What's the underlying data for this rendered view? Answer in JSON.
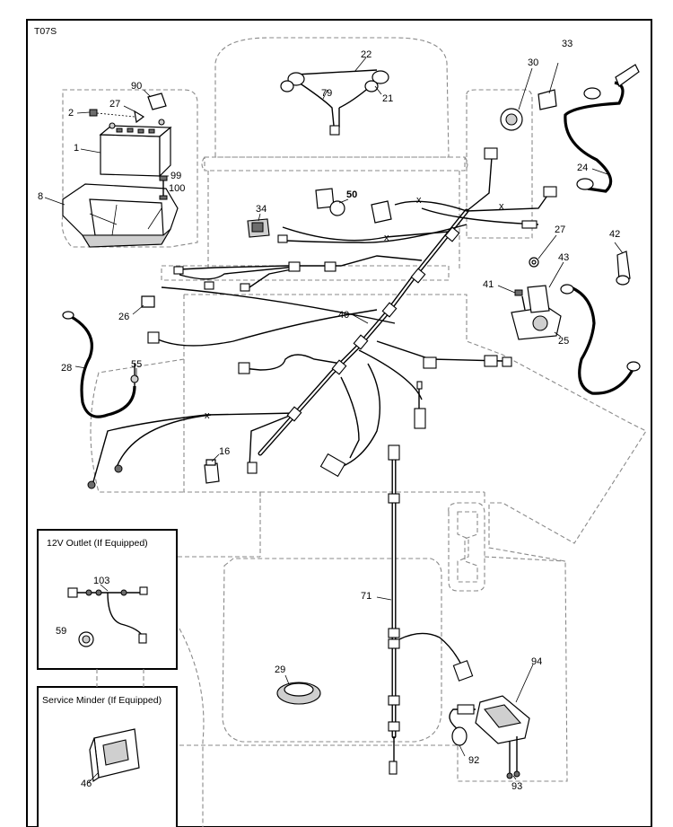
{
  "diagram_code": "T07S",
  "callouts": {
    "c1": "1",
    "c2": "2",
    "c8": "8",
    "c16": "16",
    "c21": "21",
    "c22": "22",
    "c24": "24",
    "c25": "25",
    "c26": "26",
    "c27a": "27",
    "c27b": "27",
    "c28": "28",
    "c29": "29",
    "c30": "30",
    "c33": "33",
    "c34": "34",
    "c40": "40",
    "c41": "41",
    "c42": "42",
    "c43": "43",
    "c50": "50",
    "c55": "55",
    "c59": "59",
    "c71": "71",
    "c79": "79",
    "c90": "90",
    "c92": "92",
    "c93": "93",
    "c94": "94",
    "c99": "99",
    "c100": "100",
    "c103": "103",
    "c46": "46"
  },
  "insets": {
    "outlet": {
      "title": "12V Outlet (If Equipped)"
    },
    "service_minder": {
      "title": "Service Minder (If Equipped)"
    }
  }
}
